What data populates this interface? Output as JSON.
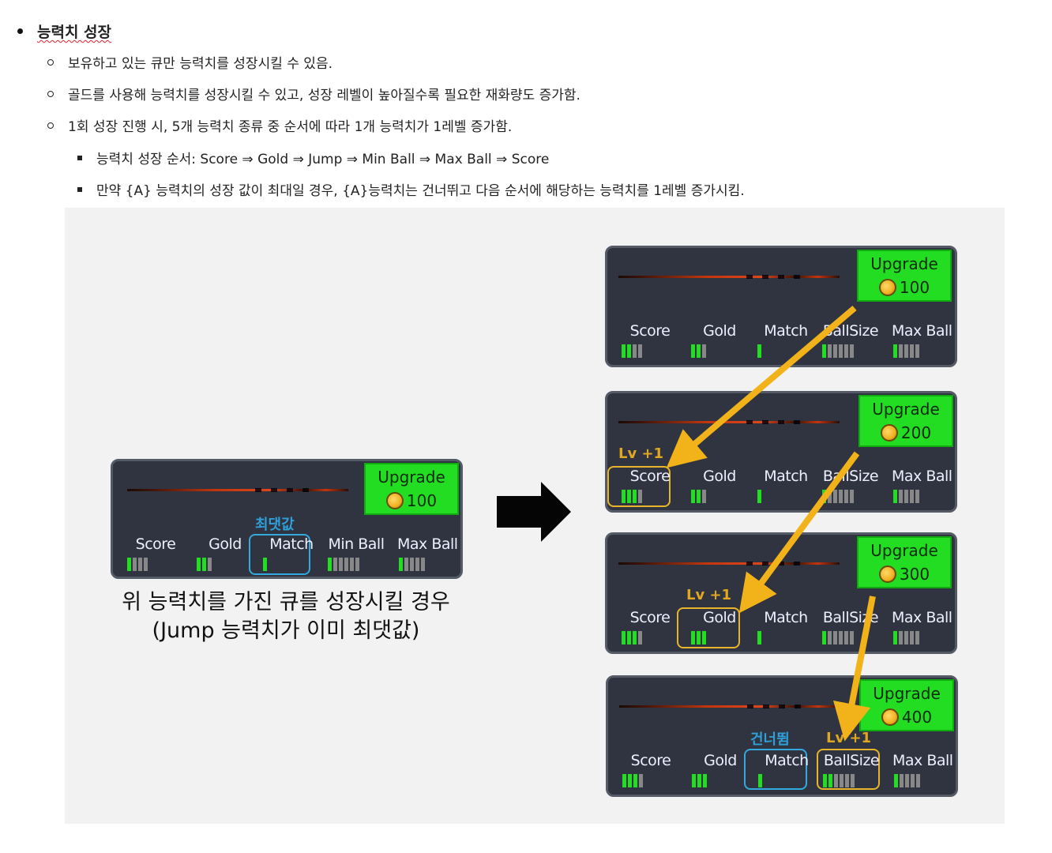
{
  "doc": {
    "title": "능력치 성장",
    "items": [
      "보유하고 있는 큐만 능력치를 성장시킬 수 있음.",
      "골드를 사용해 능력치를 성장시킬 수 있고, 성장 레벨이 높아질수록 필요한 재화량도 증가함.",
      "1회 성장 진행 시, 5개 능력치 종류 중 순서에 따라 1개 능력치가 1레벨 증가함."
    ],
    "subitems": [
      "능력치 성장 순서:  Score ⇒ Gold ⇒ Jump ⇒ Min Ball ⇒ Max Ball ⇒ Score",
      "만약 {A} 능력치의 성장 값이 최대일 경우, {A}능력치는 건너뛰고 다음 순서에 해당하는 능력치를 1레벨 증가시킴."
    ]
  },
  "figure": {
    "caption_line1": "위 능력치를 가진 큐를 성장시킬 경우",
    "caption_line2": "(Jump 능력치가 이미 최댓값)",
    "upgrade_label": "Upgrade",
    "tag_max": "최댓값",
    "tag_skip": "건너뜀",
    "tag_lvup": "Lv +1",
    "left_panel": {
      "cost": "100",
      "stats": [
        {
          "label": "Score",
          "level": 1,
          "max": 4
        },
        {
          "label": "Gold",
          "level": 2,
          "max": 3
        },
        {
          "label": "Match",
          "level": 1,
          "max": 1
        },
        {
          "label": "Min Ball",
          "level": 1,
          "max": 6
        },
        {
          "label": "Max Ball",
          "level": 1,
          "max": 5
        }
      ]
    },
    "right_panels": [
      {
        "cost": "100",
        "stats": [
          {
            "label": "Score",
            "level": 2,
            "max": 4
          },
          {
            "label": "Gold",
            "level": 2,
            "max": 3
          },
          {
            "label": "Match",
            "level": 1,
            "max": 1
          },
          {
            "label": "BallSize",
            "level": 1,
            "max": 6
          },
          {
            "label": "Max Ball",
            "level": 1,
            "max": 5
          }
        ]
      },
      {
        "cost": "200",
        "stats": [
          {
            "label": "Score",
            "level": 3,
            "max": 4
          },
          {
            "label": "Gold",
            "level": 2,
            "max": 3
          },
          {
            "label": "Match",
            "level": 1,
            "max": 1
          },
          {
            "label": "BallSize",
            "level": 1,
            "max": 6
          },
          {
            "label": "Max Ball",
            "level": 1,
            "max": 5
          }
        ]
      },
      {
        "cost": "300",
        "stats": [
          {
            "label": "Score",
            "level": 3,
            "max": 4
          },
          {
            "label": "Gold",
            "level": 3,
            "max": 3
          },
          {
            "label": "Match",
            "level": 1,
            "max": 1
          },
          {
            "label": "BallSize",
            "level": 1,
            "max": 6
          },
          {
            "label": "Max Ball",
            "level": 1,
            "max": 5
          }
        ]
      },
      {
        "cost": "400",
        "stats": [
          {
            "label": "Score",
            "level": 3,
            "max": 4
          },
          {
            "label": "Gold",
            "level": 3,
            "max": 3
          },
          {
            "label": "Match",
            "level": 1,
            "max": 1
          },
          {
            "label": "BallSize",
            "level": 2,
            "max": 6
          },
          {
            "label": "Max Ball",
            "level": 1,
            "max": 5
          }
        ]
      }
    ],
    "colors": {
      "panel_bg": "#2f3440",
      "upgrade_green": "#22dd22",
      "highlight_blue": "#33aadd",
      "highlight_yellow": "#e8b52a",
      "arrow_orange": "#f2b21a"
    }
  }
}
